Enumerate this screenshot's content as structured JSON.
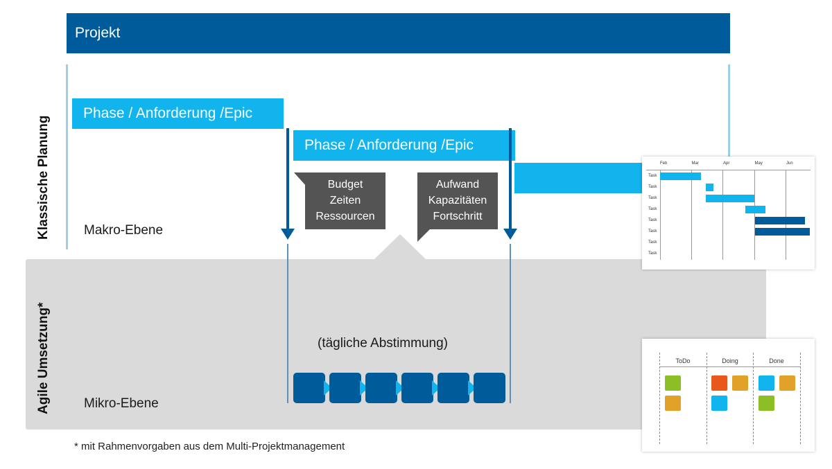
{
  "project": {
    "title": "Projekt"
  },
  "planning": {
    "axis_label": "Klassische Planung",
    "phase_1": "Phase / Anforderung /Epic",
    "phase_2": "Phase / Anforderung /Epic",
    "level_label": "Makro-Ebene"
  },
  "tags": {
    "left": [
      "Budget",
      "Zeiten",
      "Ressourcen"
    ],
    "right": [
      "Aufwand",
      "Kapazitäten",
      "Fortschritt"
    ]
  },
  "agile": {
    "axis_label": "Agile Umsetzung*",
    "daily_label": "(tägliche Abstimmung)",
    "level_label": "Mikro-Ebene",
    "sprint_count": 6
  },
  "gantt": {
    "months": [
      "Feb",
      "Mar",
      "Apr",
      "May",
      "Jun"
    ],
    "tasks": [
      "Task",
      "Task",
      "Task",
      "Task",
      "Task",
      "Task",
      "Task",
      "Task"
    ],
    "bars": [
      {
        "row": 0,
        "start": 0.0,
        "end": 1.3,
        "color": "#11b4ec"
      },
      {
        "row": 1,
        "start": 1.45,
        "end": 1.7,
        "color": "#11b4ec"
      },
      {
        "row": 2,
        "start": 1.45,
        "end": 3.0,
        "color": "#11b4ec"
      },
      {
        "row": 3,
        "start": 2.7,
        "end": 3.35,
        "color": "#11b4ec"
      },
      {
        "row": 4,
        "start": 3.0,
        "end": 4.6,
        "color": "#005b9a"
      },
      {
        "row": 5,
        "start": 3.0,
        "end": 4.75,
        "color": "#005b9a"
      }
    ]
  },
  "kanban": {
    "columns": [
      "ToDo",
      "Doing",
      "Done"
    ],
    "colors": {
      "green": "#8cbe26",
      "orange": "#e2a229",
      "red": "#e8581c",
      "blue": "#11b4ec"
    }
  },
  "footnote": "* mit Rahmenvorgaben aus dem Multi-Projektmanagement",
  "colors": {
    "dark_blue": "#005b9a",
    "light_blue": "#11b4ec",
    "grey": "#dadada",
    "dark_grey": "#545454"
  }
}
